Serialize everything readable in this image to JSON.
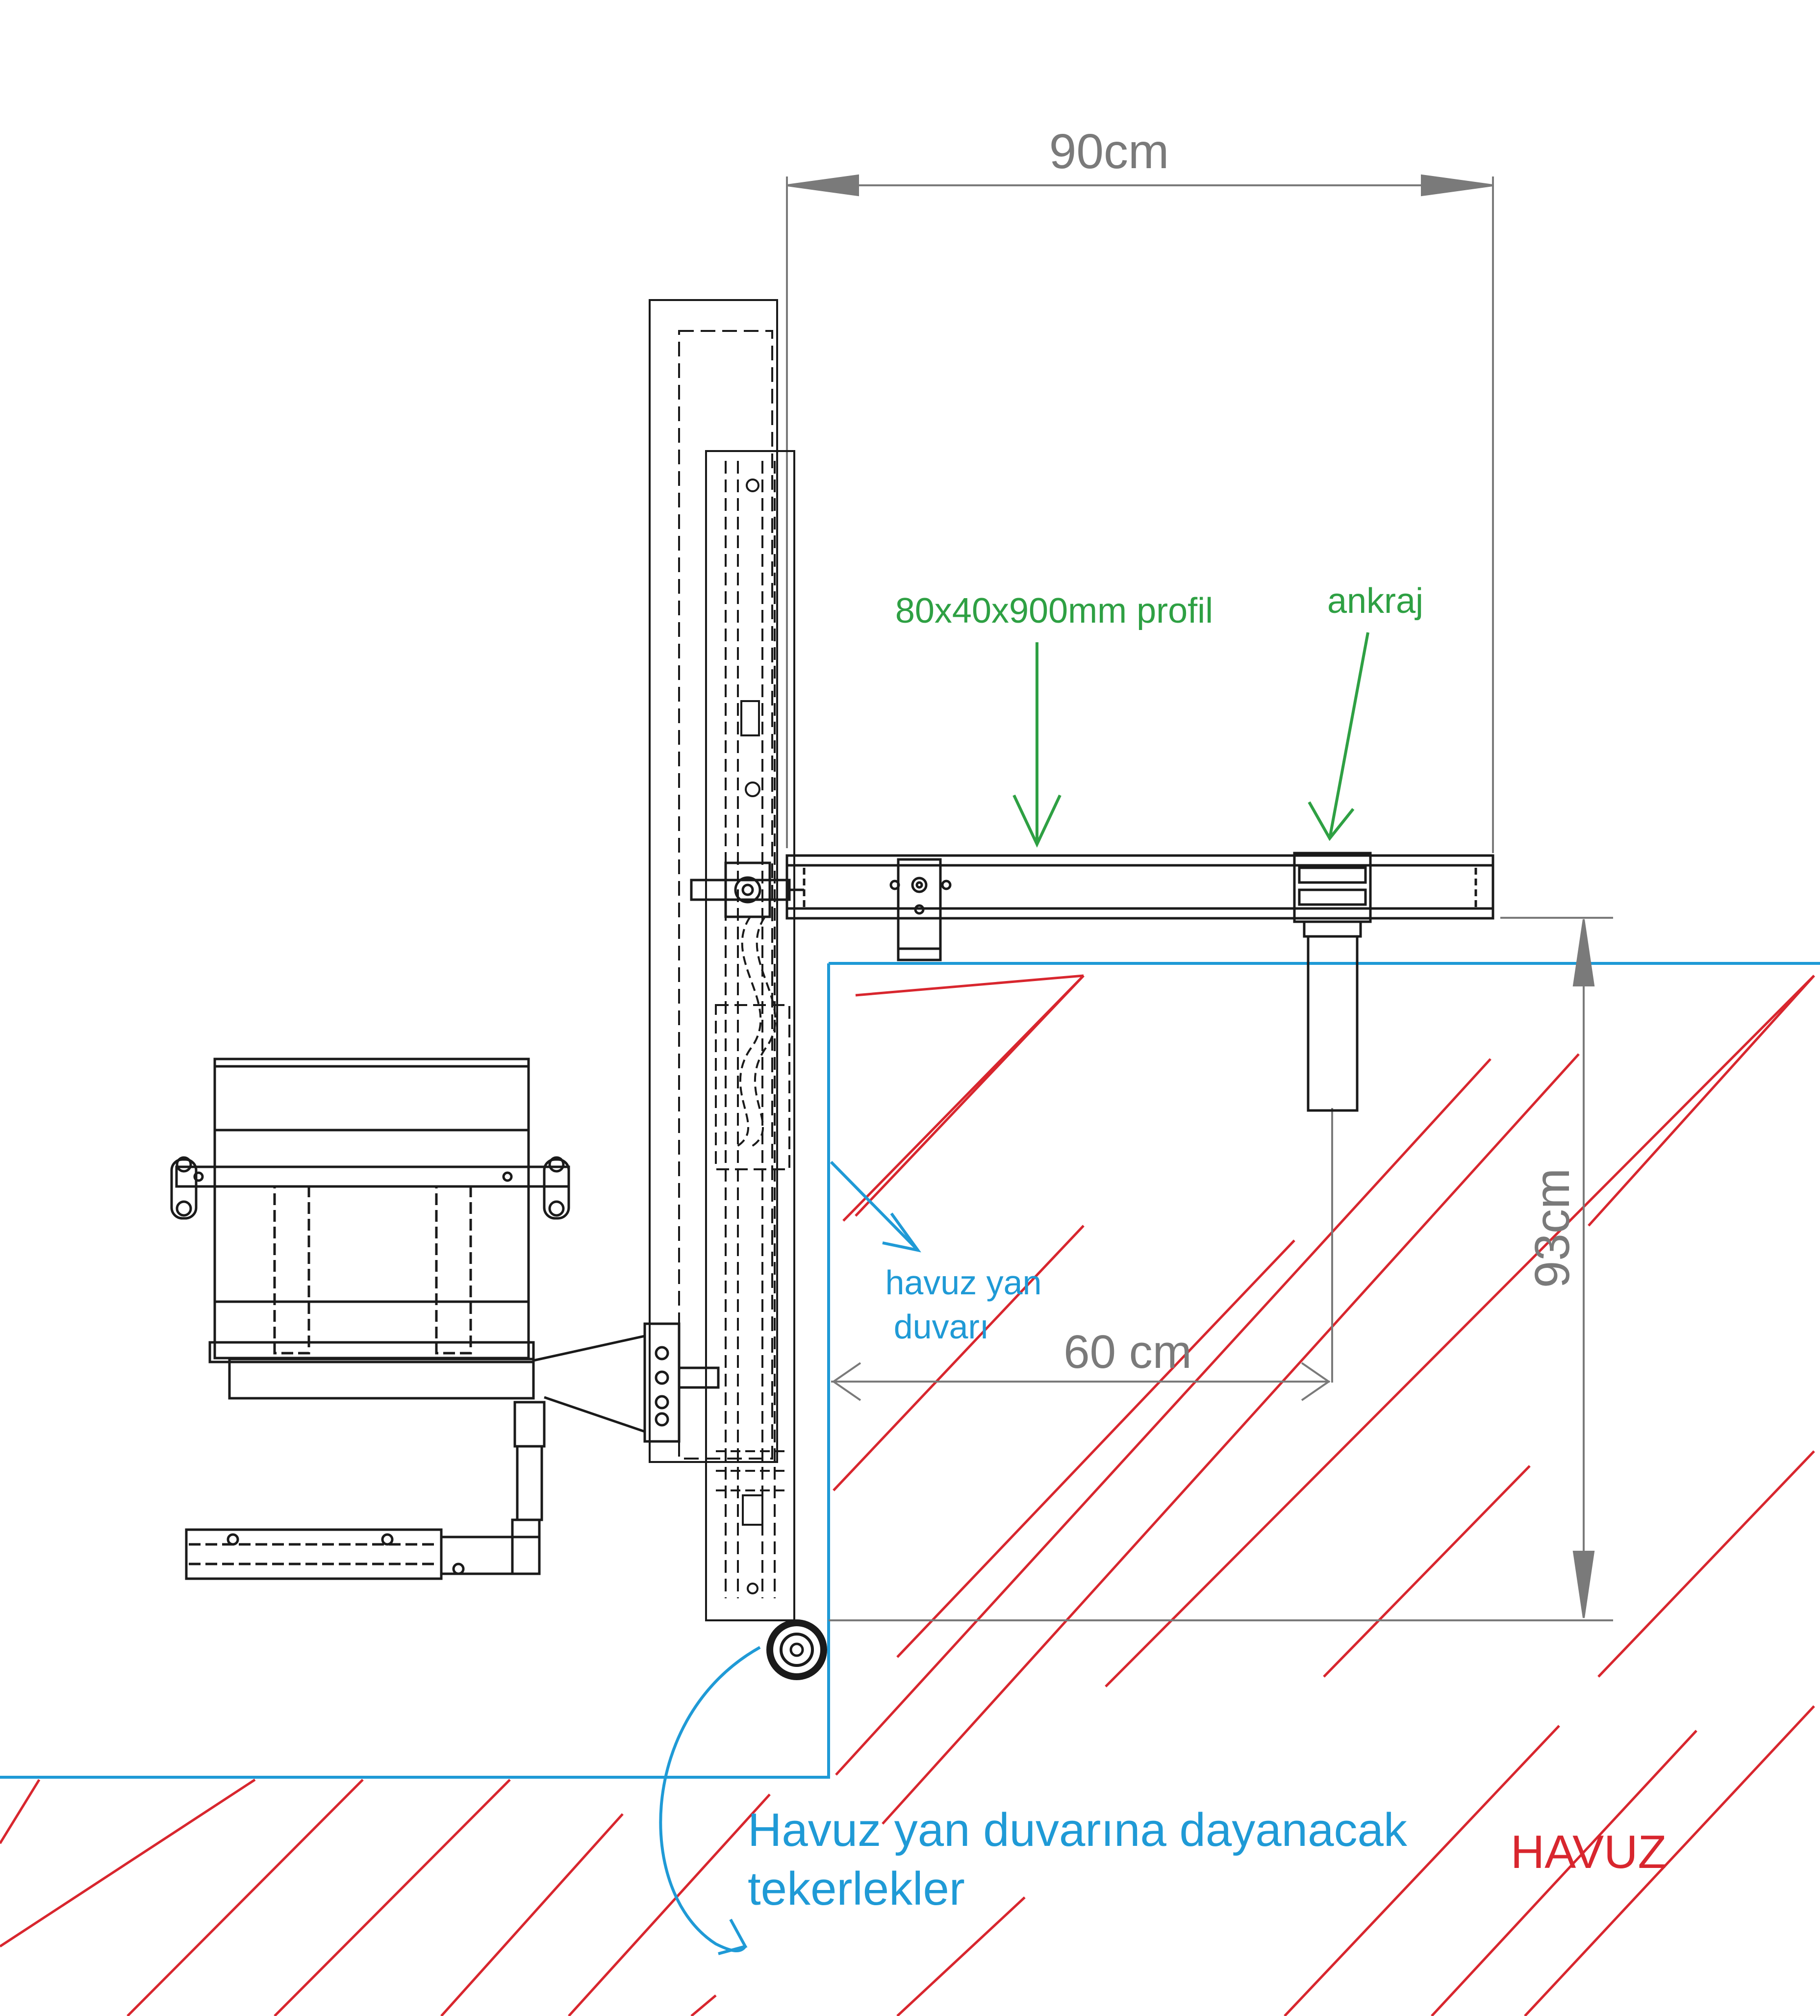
{
  "labels": {
    "dim_top": "90cm",
    "dim_side": "93cm",
    "dim_inner": "60 cm",
    "profile": "80x40x900mm profil",
    "anchor": "ankraj",
    "wall_line1": "havuz yan",
    "wall_line2": "duvarı",
    "wheels_line1": "Havuz yan duvarına dayanacak",
    "wheels_line2": "tekerlekler",
    "pool": "HAVUZ"
  },
  "colors": {
    "green": "#2ea043",
    "blue": "#1f9ad6",
    "red": "#d8262e",
    "gray": "#7a7a7a",
    "line": "#1a1a1a"
  }
}
